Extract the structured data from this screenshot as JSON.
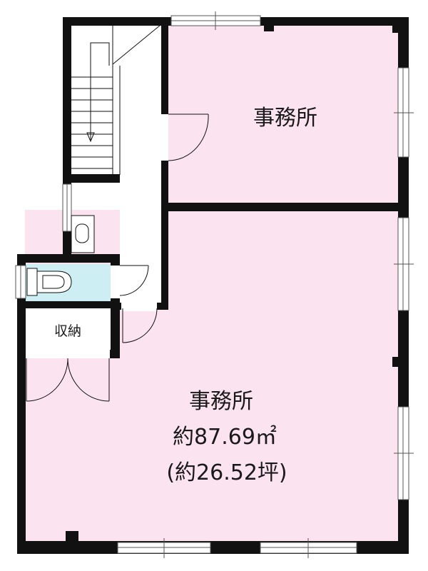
{
  "rooms": {
    "office_upper": {
      "label": "事務所"
    },
    "office_lower": {
      "label": "事務所",
      "area_sqm": "約87.69㎡",
      "area_tsubo": "(約26.52坪)"
    },
    "storage": {
      "label": "収納"
    }
  },
  "colors": {
    "office_fill": "#fbe3f0",
    "toilet_fill": "#cdeef3",
    "wall": "#111111",
    "window_line": "#555555"
  }
}
